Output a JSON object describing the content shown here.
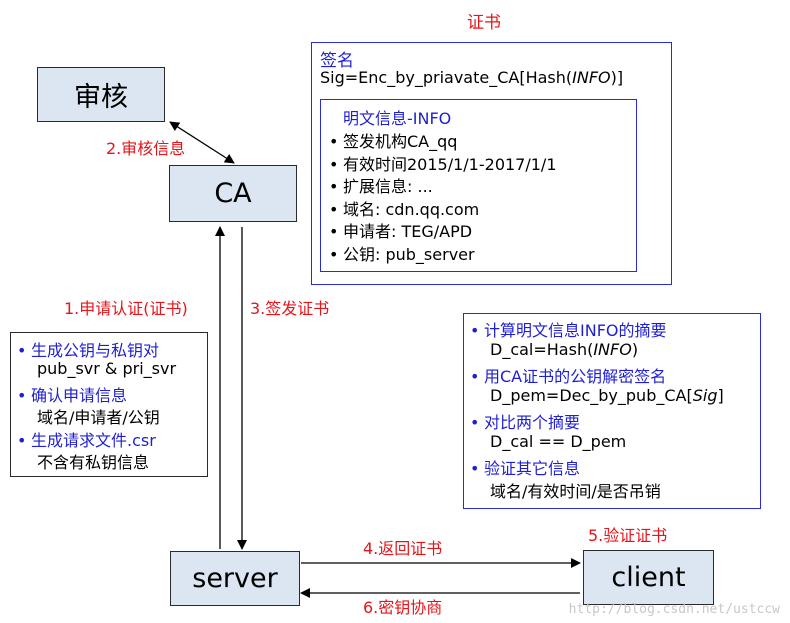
{
  "cert_title": "证书",
  "signature": {
    "heading": "签名",
    "formula_prefix": "Sig=Enc_by_priavate_CA[Hash(",
    "formula_var": "INFO",
    "formula_suffix": ")]"
  },
  "info": {
    "heading": "明文信息-INFO",
    "items": [
      "签发机构CA_qq",
      "有效时间2015/1/1-2017/1/1",
      "扩展信息: ...",
      "域名: cdn.qq.com",
      "申请者: TEG/APD",
      "公钥: pub_server"
    ]
  },
  "nodes": {
    "audit": "审核",
    "ca": "CA",
    "server": "server",
    "client": "client"
  },
  "steps": {
    "s1": "1.申请认证(证书)",
    "s2": "2.审核信息",
    "s3": "3.签发证书",
    "s4": "4.返回证书",
    "s5": "5.验证证书",
    "s6": "6.密钥协商"
  },
  "server_panel": {
    "items": [
      {
        "bullet": "生成公钥与私钥对",
        "detail": "pub_svr & pri_svr"
      },
      {
        "bullet": "确认申请信息",
        "detail": "域名/申请者/公钥"
      },
      {
        "bullet": "生成请求文件.csr",
        "detail": "不含有私钥信息"
      }
    ]
  },
  "client_panel": {
    "b1": "计算明文信息INFO的摘要",
    "d1_prefix": "D_cal=Hash(",
    "d1_var": "INFO",
    "d1_suffix": ")",
    "b2": "用CA证书的公钥解密签名",
    "d2_prefix": "D_pem=Dec_by_pub_CA[",
    "d2_var": "Sig",
    "d2_suffix": "]",
    "b3": "对比两个摘要",
    "d3": "D_cal == D_pem",
    "b4": "验证其它信息",
    "d4": "域名/有效时间/是否吊销"
  },
  "watermark": "http://blog.csdn.net/ustccw",
  "colors": {
    "node_fill": "#dce6f2",
    "label_red": "#e8141a",
    "text_blue": "#1f1fd4",
    "panel_border": "#2b2bd6"
  }
}
